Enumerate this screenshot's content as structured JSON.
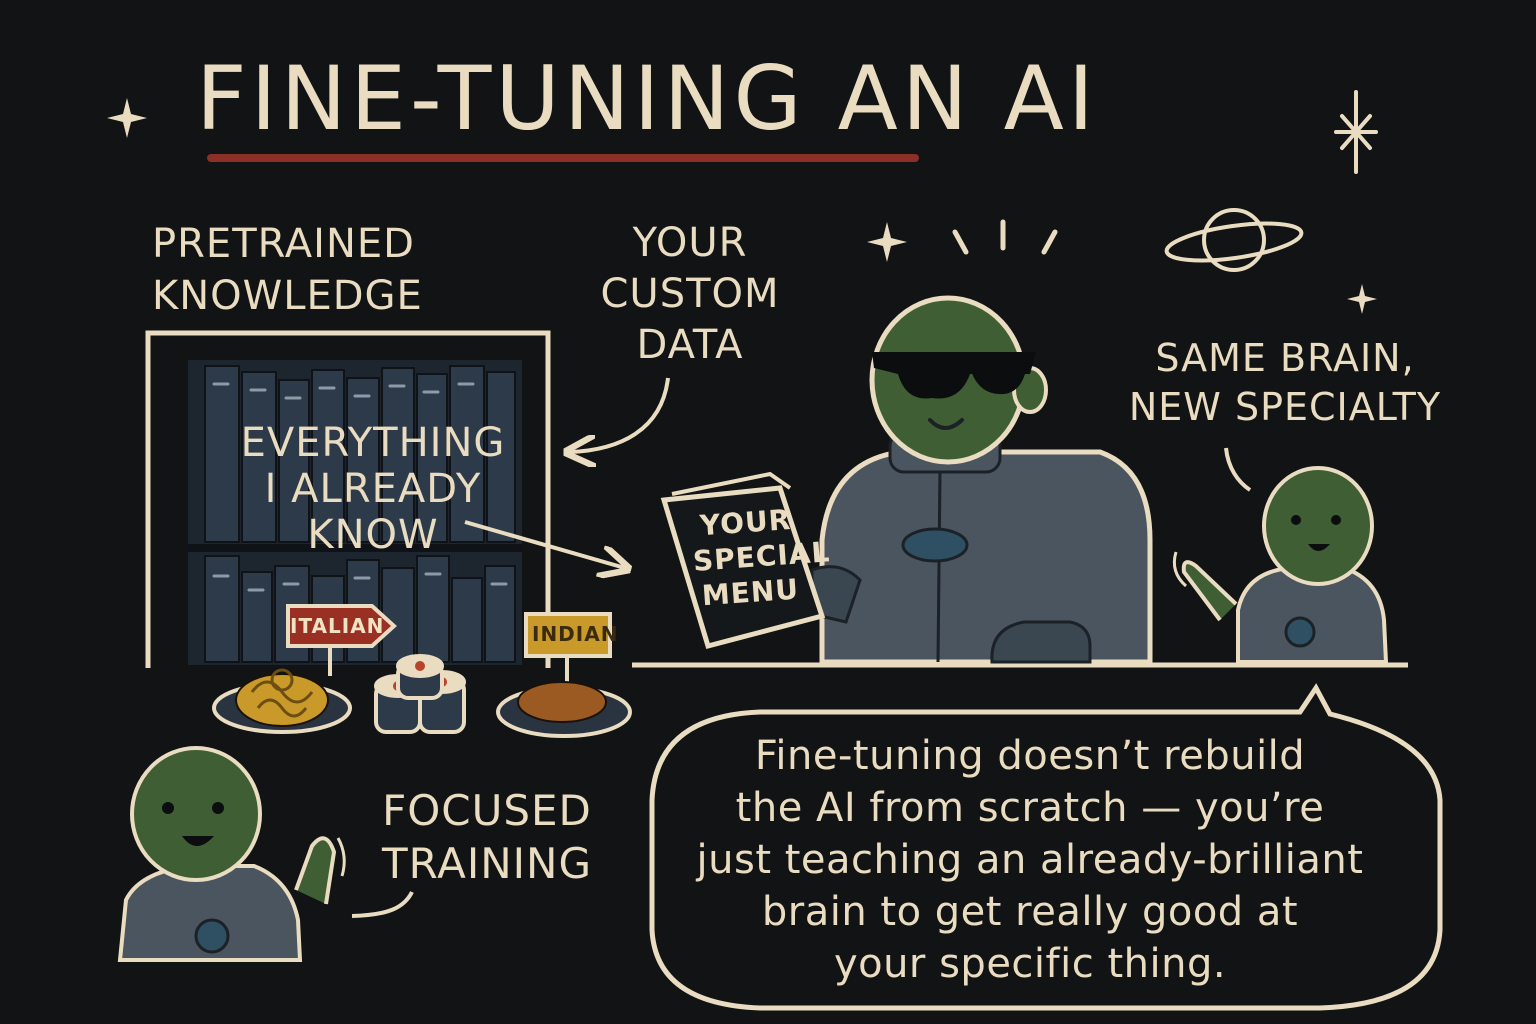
{
  "title": "FINE-TUNING AN AI",
  "labels": {
    "pretrained": "PRETRAINED\nKNOWLEDGE",
    "custom_data": "YOUR\nCUSTOM\nDATA",
    "already_know": "EVERYTHING\nI ALREADY\nKNOW",
    "special_menu": "YOUR\nSPECIAL\nMENU",
    "same_brain": "SAME BRAIN,\nNEW SPECIALTY",
    "focused_training": "FOCUSED\nTRAINING",
    "italian_sign": "ITALIAN",
    "indian_sign": "INDIAN"
  },
  "bubble_text": "Fine-tuning doesn’t rebuild\nthe AI from scratch — you’re\njust teaching an already-brilliant\nbrain to get really good at\nyour specific thing.",
  "colors": {
    "background": "#111315",
    "line": "#e9dcc0",
    "accent_underline": "#8c2f27",
    "alien_skin": "#3f5e34",
    "suit": "#4b5560",
    "book_spines": "#2c3a4a",
    "italian_sign": "#9a3024",
    "indian_sign": "#c99a2a"
  },
  "icons": [
    "sparkle-icon",
    "planet-icon",
    "sunglasses-icon",
    "curved-arrow-icon",
    "straight-arrow-icon"
  ]
}
